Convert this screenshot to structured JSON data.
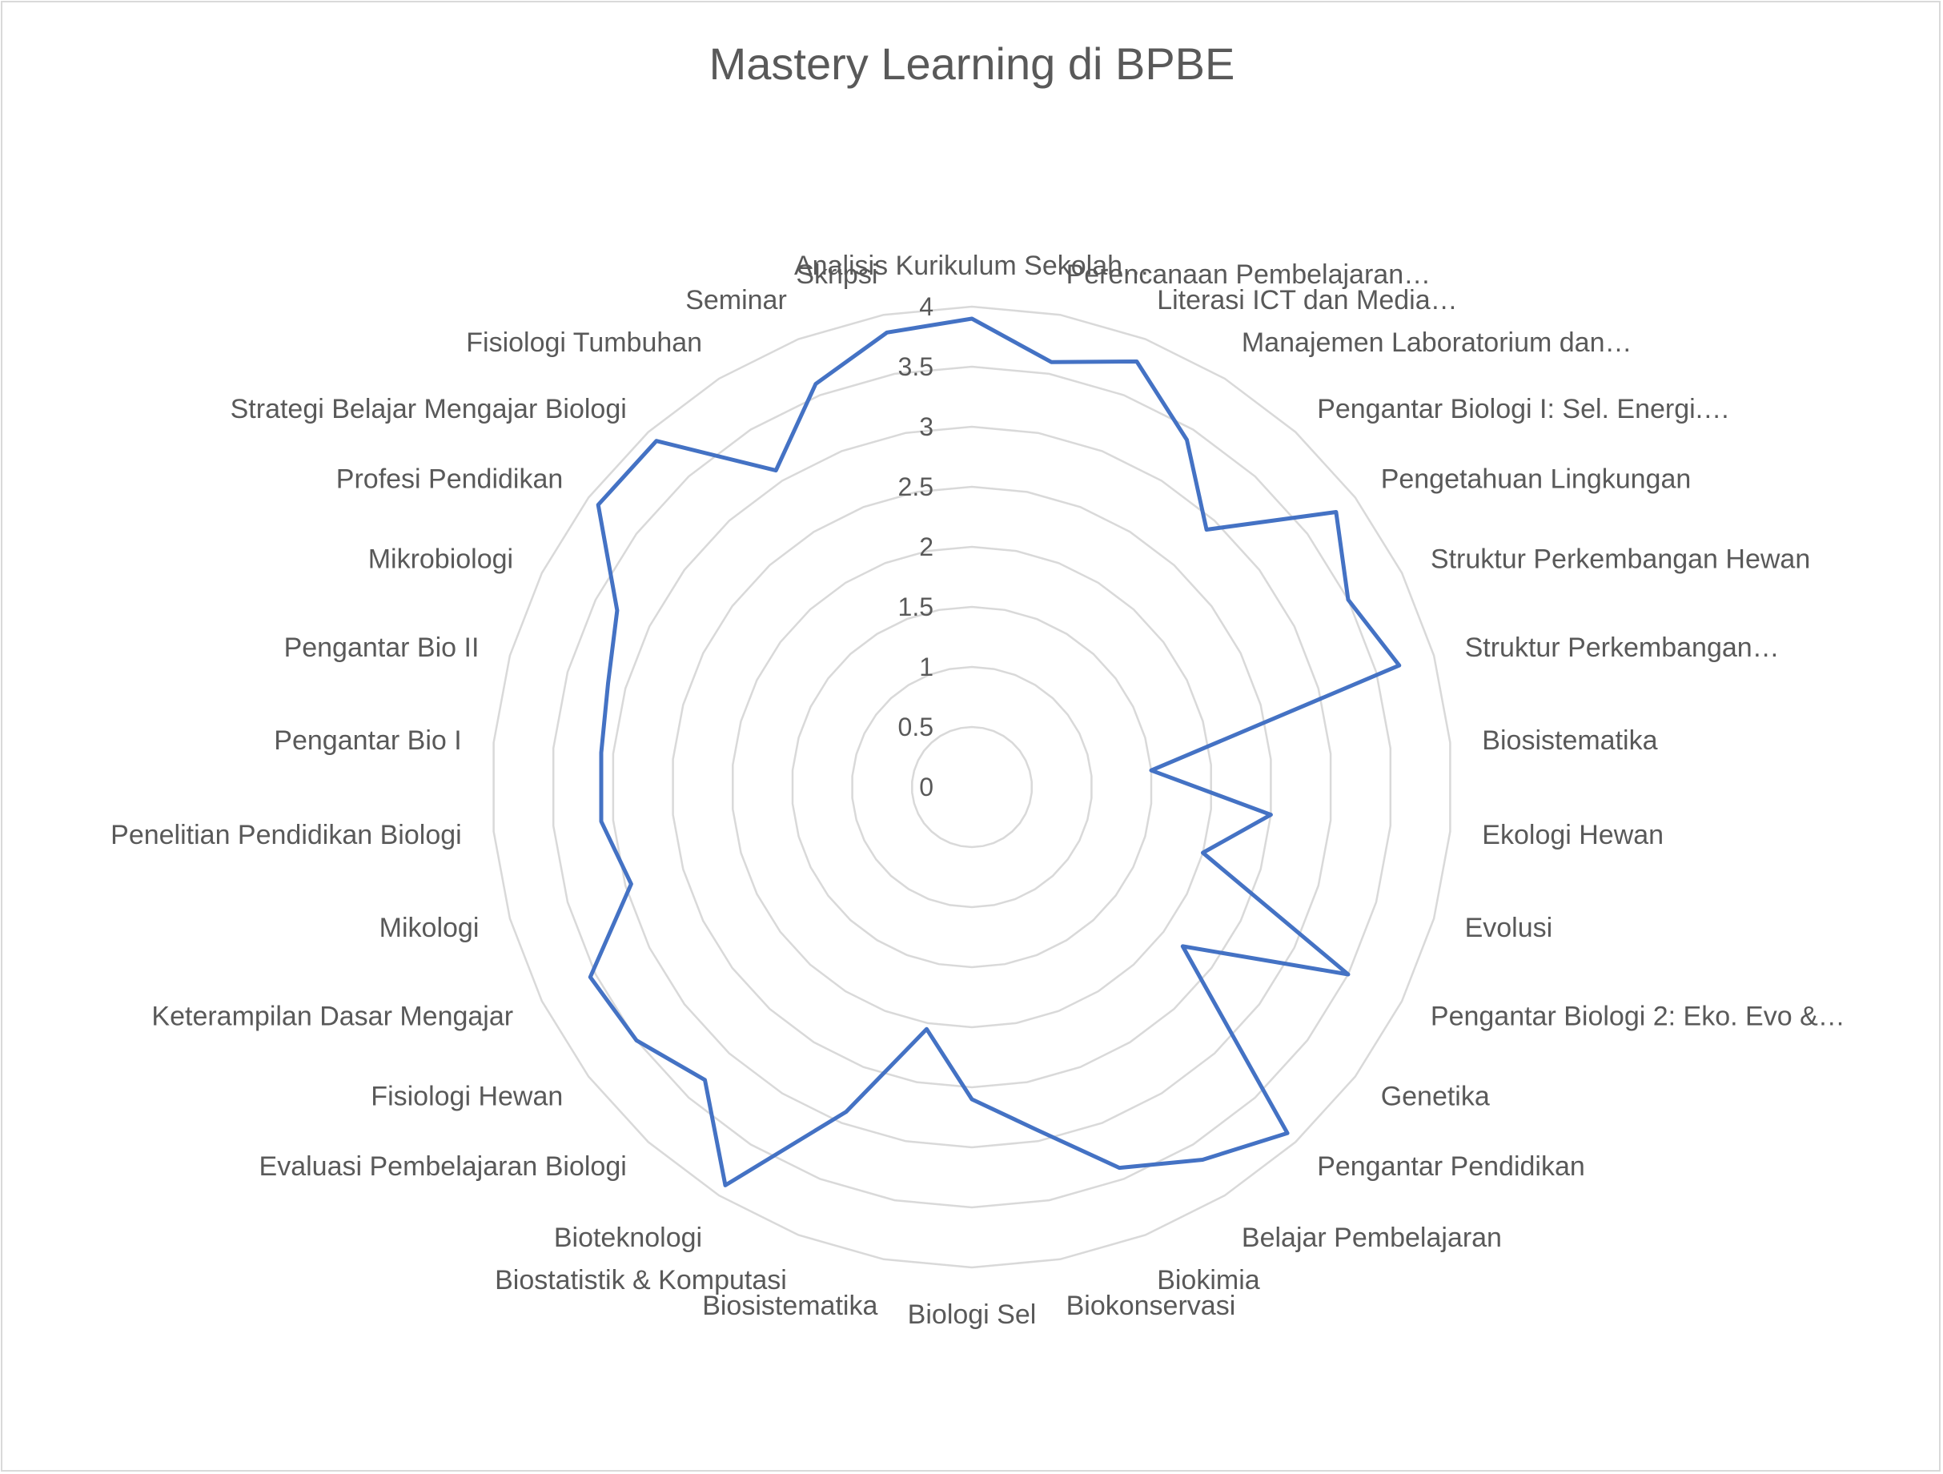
{
  "chart_data": {
    "type": "radar",
    "title": "Mastery Learning di BPBE",
    "rlim": [
      0,
      4
    ],
    "ticks": [
      "0",
      "0.5",
      "1",
      "1.5",
      "2",
      "2.5",
      "3",
      "3.5",
      "4"
    ],
    "grid": true,
    "legend": "none",
    "series_color": "#4472c4",
    "categories": [
      "Analisis Kurikulum Sekolah…",
      "Perencanaan Pembelajaran…",
      "Literasi ICT dan Media…",
      "Manajemen Laboratorium dan…",
      "Pengantar Biologi I: Sel. Energi.…",
      "Pengetahuan Lingkungan",
      "Struktur Perkembangan Hewan",
      "Struktur Perkembangan…",
      "Biosistematika",
      "Ekologi Hewan",
      "Evolusi",
      "Pengantar Biologi 2: Eko. Evo &…",
      "Genetika",
      "Pengantar Pendidikan",
      "Belajar Pembelajaran",
      "Biokimia",
      "Biokonservasi",
      "Biologi Sel",
      "Biosistematika",
      "Biostatistik & Komputasi",
      "Bioteknologi",
      "Evaluasi Pembelajaran Biologi",
      "Fisiologi Hewan",
      "Keterampilan Dasar Mengajar",
      "Mikologi",
      "Penelitian Pendidikan Biologi",
      "Pengantar Bio I",
      "Pengantar Bio II",
      "Mikrobiologi",
      "Profesi Pendidikan",
      "Strategi Belajar Mengajar Biologi",
      "Fisiologi Tumbuhan",
      "Seminar",
      "Skripsi"
    ],
    "values": [
      3.9,
      3.6,
      3.8,
      3.4,
      2.9,
      3.8,
      3.5,
      3.7,
      1.5,
      2.5,
      2.0,
      3.5,
      2.2,
      3.9,
      3.65,
      3.4,
      2.9,
      2.6,
      2.05,
      2.9,
      3.9,
      3.3,
      3.5,
      3.55,
      2.95,
      3.1,
      3.1,
      3.15,
      3.3,
      3.9,
      3.9,
      3.1,
      3.6,
      3.85
    ]
  }
}
